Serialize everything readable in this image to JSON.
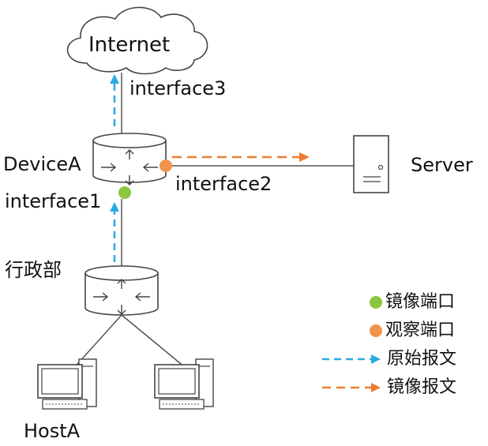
{
  "diagram": {
    "nodes": {
      "internet": {
        "label": "Internet"
      },
      "device_a": {
        "label": "DeviceA"
      },
      "server": {
        "label": "Server"
      },
      "admin_switch": {
        "label": "行政部"
      },
      "host_a": {
        "label": "HostA"
      }
    },
    "interfaces": {
      "if1": "interface1",
      "if2": "interface2",
      "if3": "interface3"
    },
    "legend": {
      "mirror_port": {
        "label": "镜像端口",
        "color": "#8cc63e"
      },
      "observe_port": {
        "label": "观察端口",
        "color": "#f0944d"
      },
      "original_packet": {
        "label": "原始报文",
        "color": "#29abe2"
      },
      "mirrored_packet": {
        "label": "镜像报文",
        "color": "#ed7d31"
      }
    }
  }
}
